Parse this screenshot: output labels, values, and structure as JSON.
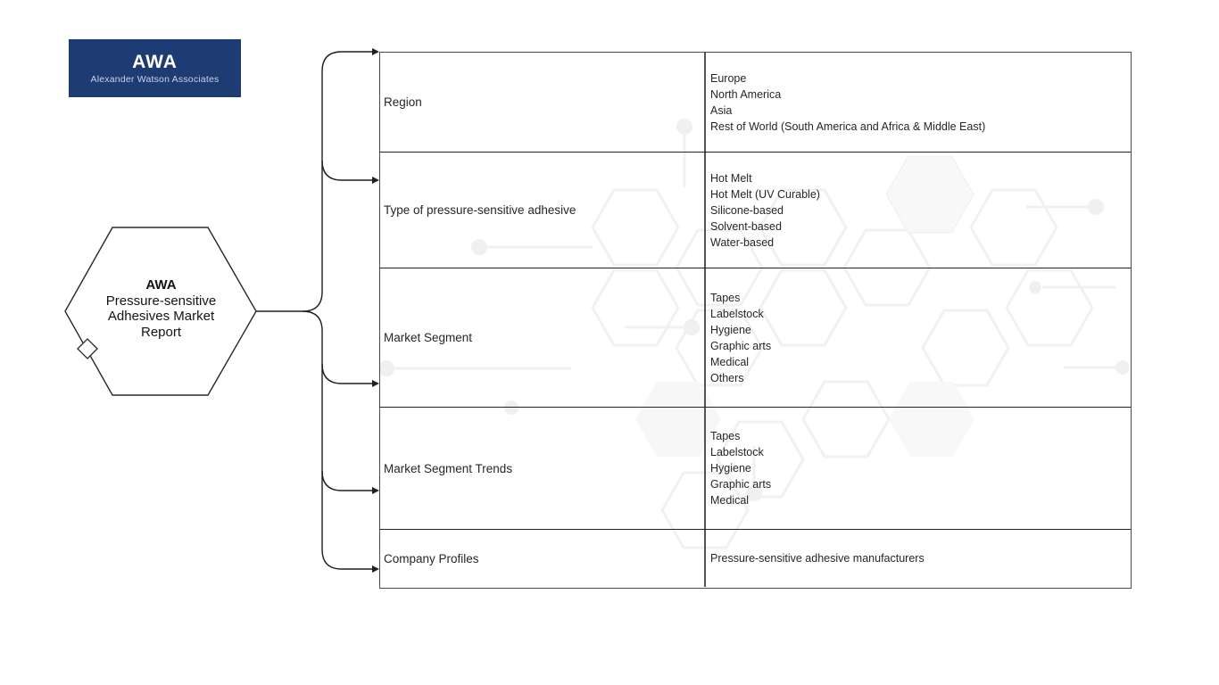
{
  "logo": {
    "title": "AWA",
    "subtitle": "Alexander Watson Associates"
  },
  "root_node": {
    "title": "AWA",
    "subtitle_lines": [
      "Pressure-sensitive",
      "Adhesives Market",
      "Report"
    ]
  },
  "table": {
    "rows": [
      {
        "label": "Region",
        "items": [
          "Europe",
          "North America",
          "Asia",
          "Rest of World (South America and Africa & Middle East)"
        ]
      },
      {
        "label": "Type of pressure-sensitive adhesive",
        "items": [
          "Hot Melt",
          "Hot Melt (UV Curable)",
          "Silicone-based",
          "Solvent-based",
          "Water-based"
        ]
      },
      {
        "label": "Market Segment",
        "items": [
          "Tapes",
          "Labelstock",
          "Hygiene",
          "Graphic arts",
          "Medical",
          "Others"
        ]
      },
      {
        "label": "Market Segment Trends",
        "items": [
          "Tapes",
          "Labelstock",
          "Hygiene",
          "Graphic arts",
          "Medical"
        ]
      },
      {
        "label": "Company Profiles",
        "items": [
          "Pressure-sensitive adhesive manufacturers"
        ]
      }
    ]
  },
  "colors": {
    "brand_navy": "#1d3c74",
    "line_dark": "#232323",
    "pattern_light": "#f1f1f1"
  }
}
